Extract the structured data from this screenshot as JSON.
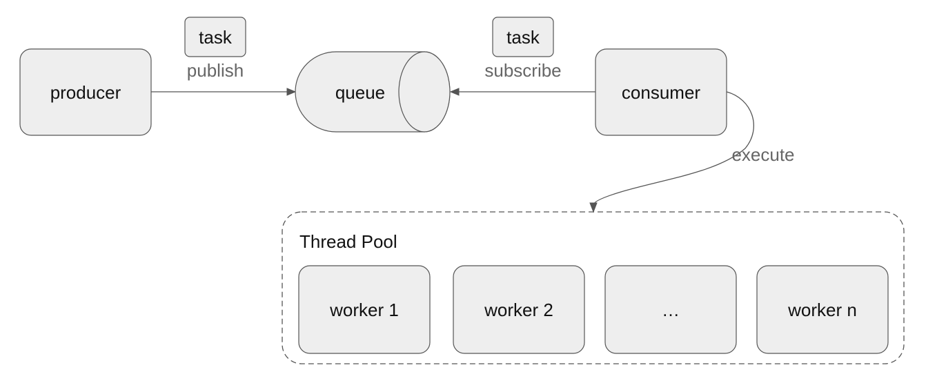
{
  "diagram": {
    "producer_label": "producer",
    "queue_label": "queue",
    "consumer_label": "consumer",
    "publish_task_label": "task",
    "publish_edge_label": "publish",
    "subscribe_task_label": "task",
    "subscribe_edge_label": "subscribe",
    "execute_edge_label": "execute",
    "thread_pool_label": "Thread Pool",
    "workers": [
      "worker 1",
      "worker 2",
      "…",
      "worker n"
    ]
  }
}
